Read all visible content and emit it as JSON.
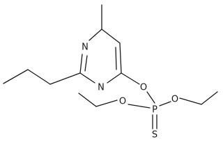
{
  "molecule": {
    "atoms": {
      "ring_n_upper": "N",
      "ring_n_lower": "N",
      "aryl_oxygen": "O",
      "phosphorus": "P",
      "ethoxy_oxygen_left": "O",
      "ethoxy_oxygen_right": "O",
      "thiono_sulfur": "S"
    }
  }
}
